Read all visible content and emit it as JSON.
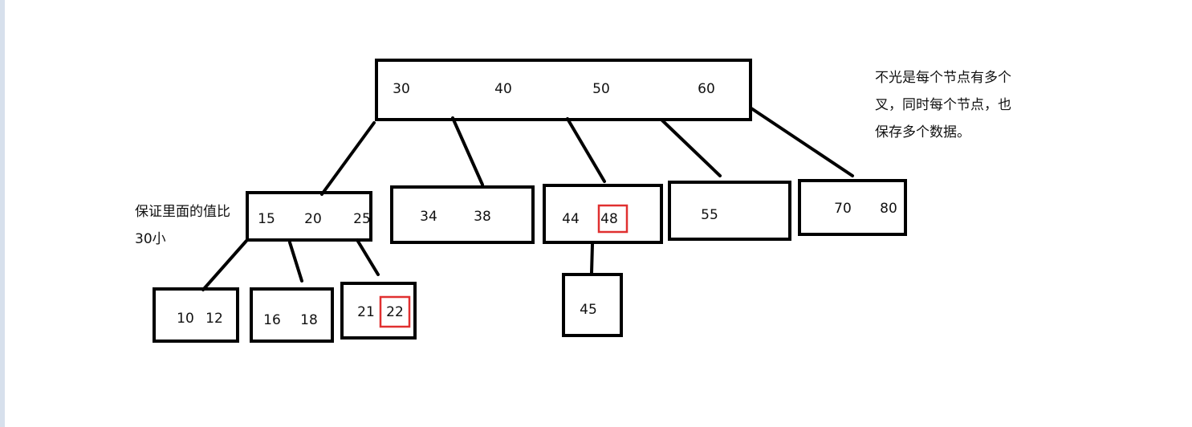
{
  "tree": {
    "root": {
      "keys": [
        "30",
        "40",
        "50",
        "60"
      ],
      "children": [
        {
          "keys": [
            "15",
            "20",
            "25"
          ],
          "children": [
            {
              "keys": [
                "10",
                "12"
              ]
            },
            {
              "keys": [
                "16",
                "18"
              ]
            },
            {
              "keys": [
                "21",
                "22"
              ],
              "highlight": [
                "22"
              ]
            }
          ]
        },
        {
          "keys": [
            "34",
            "38"
          ]
        },
        {
          "keys": [
            "44",
            "48"
          ],
          "highlight": [
            "48"
          ],
          "children": [
            {
              "keys": [
                "45"
              ]
            }
          ]
        },
        {
          "keys": [
            "55"
          ]
        },
        {
          "keys": [
            "70",
            "80"
          ]
        }
      ]
    }
  },
  "annotations": {
    "left_note": "保证里面的值比\n30小",
    "right_note": "不光是每个节点有多个\n叉，同时每个节点，也\n保存多个数据。"
  },
  "colors": {
    "node_border": "#000000",
    "highlight_border": "#e03030",
    "text": "#111111"
  }
}
